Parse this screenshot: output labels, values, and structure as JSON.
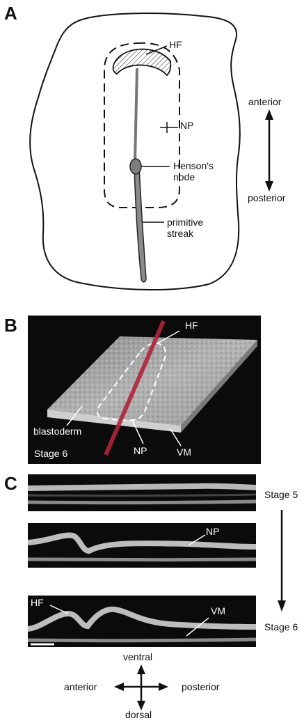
{
  "panels": {
    "a": {
      "letter": "A",
      "labels": {
        "hf": "HF",
        "np": "NP",
        "hensons_line1": "Henson's",
        "hensons_line2": "node",
        "streak_line1": "primitive",
        "streak_line2": "streak",
        "anterior": "anterior",
        "posterior": "posterior"
      }
    },
    "b": {
      "letter": "B",
      "labels": {
        "hf": "HF",
        "blastoderm": "blastoderm",
        "np": "NP",
        "vm": "VM",
        "stage": "Stage 6"
      }
    },
    "c": {
      "letter": "C",
      "labels": {
        "stage5": "Stage 5",
        "stage6": "Stage 6",
        "np": "NP",
        "hf": "HF",
        "vm": "VM",
        "ventral": "ventral",
        "dorsal": "dorsal",
        "anterior": "anterior",
        "posterior": "posterior"
      }
    }
  },
  "colors": {
    "streak_fill": "#8a8a8a",
    "node_fill": "#7d7d7d",
    "red_line": "#b0243a"
  }
}
